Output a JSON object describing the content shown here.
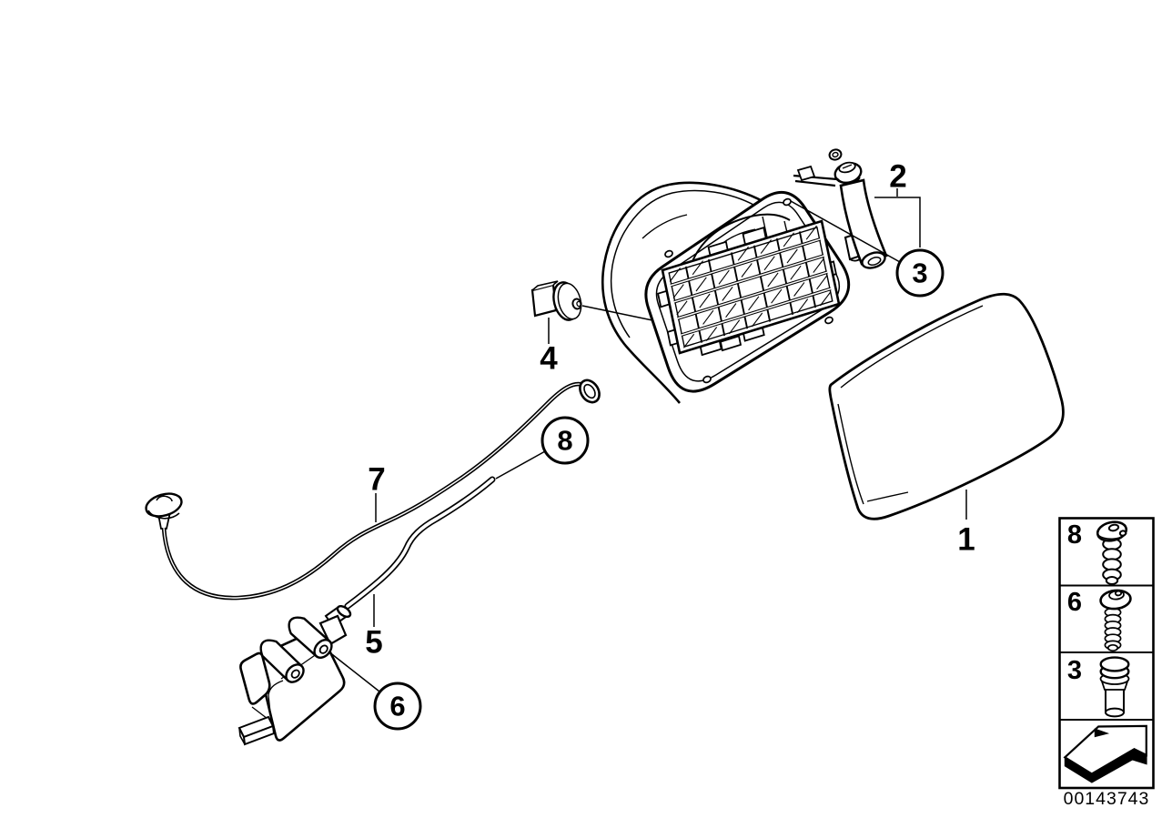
{
  "diagram": {
    "background_color": "#ffffff",
    "line_color": "#000000",
    "part_number": "00143743",
    "callouts": {
      "c1": "1",
      "c2": "2",
      "c3": "3",
      "c4": "4",
      "c5": "5",
      "c6": "6",
      "c7": "7",
      "c8": "8"
    },
    "callout_styles": {
      "c1": "plain",
      "c2": "plain",
      "c3": "circled",
      "c4": "plain",
      "c5": "plain",
      "c6": "circled",
      "c7": "plain",
      "c8": "circled"
    }
  },
  "legend": {
    "rows": {
      "r0": {
        "label": "8",
        "icon": "screw-coarse"
      },
      "r1": {
        "label": "6",
        "icon": "screw-fine"
      },
      "r2": {
        "label": "3",
        "icon": "plug"
      },
      "r3": {
        "label": "",
        "icon": "direction-arrow"
      }
    }
  }
}
